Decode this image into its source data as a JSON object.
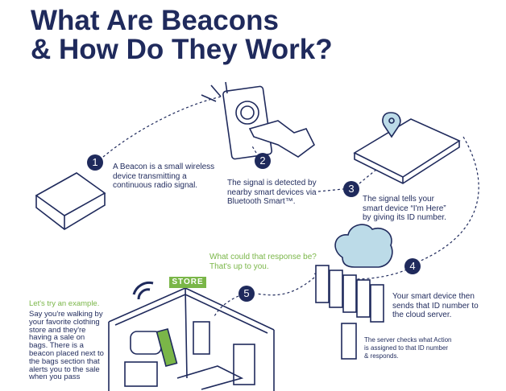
{
  "title": {
    "line1": "What Are Beacons",
    "line2": "& How Do They Work?"
  },
  "steps": [
    {
      "number": "1",
      "text": "A Beacon is a small wireless device transmitting a continuous radio signal."
    },
    {
      "number": "2",
      "text": "The signal is detected by nearby smart devices via Bluetooth Smart™."
    },
    {
      "number": "3",
      "text": "The signal tells your smart device “I'm Here” by giving its ID number."
    },
    {
      "number": "4",
      "text": "Your smart device then sends that ID number to the cloud server."
    },
    {
      "number": "5",
      "text": ""
    }
  ],
  "server_note": "The server checks what Action is assigned to that ID number & responds.",
  "response_note": "What could that response be? That's up to you.",
  "example": {
    "heading": "Let's try an example.",
    "text": "Say you're walking by your favorite clothing store and they're having a sale on bags. There is a beacon placed next to the bags section that alerts you to the sale when you pass"
  },
  "store_sign": "STORE",
  "colors": {
    "navy": "#1f2a5c",
    "green": "#7ab648",
    "cloud": "#bcdbe8"
  }
}
